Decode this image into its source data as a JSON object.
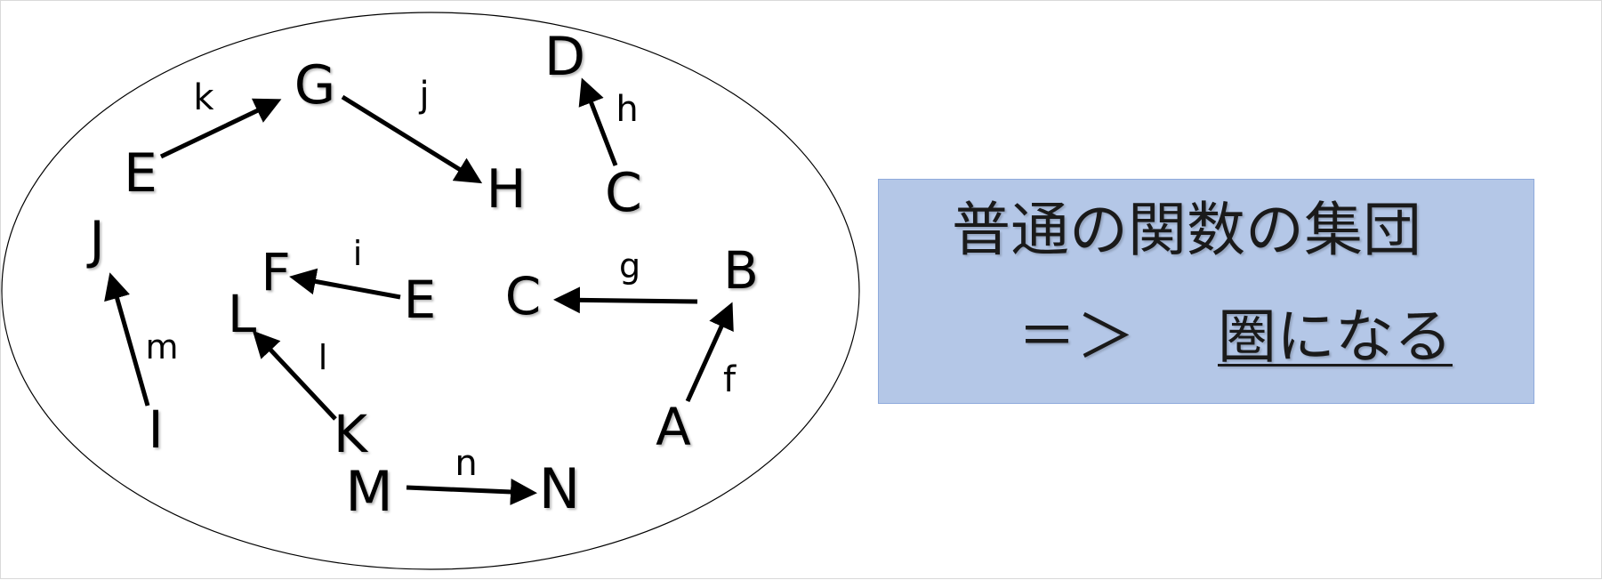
{
  "diagram": {
    "nodes": [
      {
        "id": "e_top",
        "label": "E"
      },
      {
        "id": "g",
        "label": "G"
      },
      {
        "id": "h",
        "label": "H"
      },
      {
        "id": "d",
        "label": "D"
      },
      {
        "id": "c_top",
        "label": "C"
      },
      {
        "id": "j",
        "label": "J"
      },
      {
        "id": "f",
        "label": "F"
      },
      {
        "id": "l",
        "label": "L"
      },
      {
        "id": "e_mid",
        "label": "E"
      },
      {
        "id": "c_mid",
        "label": "C"
      },
      {
        "id": "b",
        "label": "B"
      },
      {
        "id": "i",
        "label": "I"
      },
      {
        "id": "k",
        "label": "K"
      },
      {
        "id": "a",
        "label": "A"
      },
      {
        "id": "m",
        "label": "M"
      },
      {
        "id": "n",
        "label": "N"
      }
    ],
    "edges": [
      {
        "id": "k",
        "label": "k",
        "from": "e_top",
        "to": "g"
      },
      {
        "id": "j",
        "label": "j",
        "from": "g",
        "to": "h"
      },
      {
        "id": "h",
        "label": "h",
        "from": "c_top",
        "to": "d"
      },
      {
        "id": "i",
        "label": "i",
        "from": "e_mid",
        "to": "f"
      },
      {
        "id": "g",
        "label": "g",
        "from": "b",
        "to": "c_mid"
      },
      {
        "id": "m",
        "label": "m",
        "from": "i",
        "to": "j"
      },
      {
        "id": "l",
        "label": "l",
        "from": "k",
        "to": "l"
      },
      {
        "id": "f",
        "label": "f",
        "from": "a",
        "to": "b"
      },
      {
        "id": "n",
        "label": "n",
        "from": "m",
        "to": "n"
      }
    ]
  },
  "callout": {
    "line1": "普通の関数の集団",
    "arrow": "＝＞",
    "result": "圏になる"
  },
  "colors": {
    "callout_fill": "#b4c7e7",
    "callout_border": "#8faadc",
    "stroke": "#000000"
  }
}
